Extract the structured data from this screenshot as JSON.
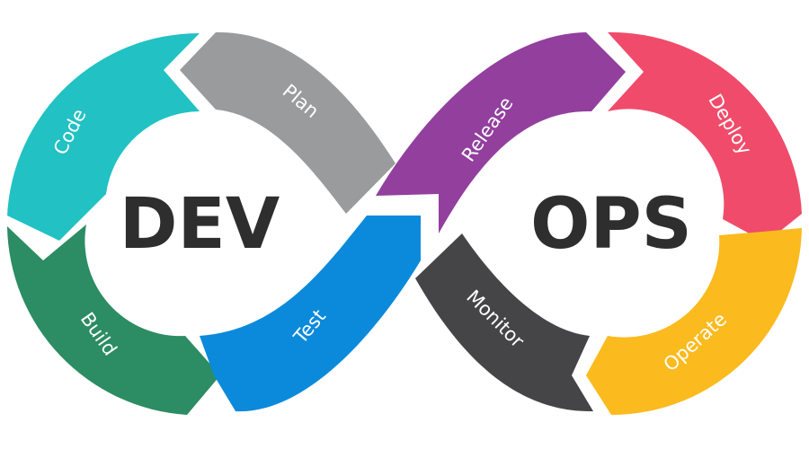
{
  "hubs": {
    "left": "DEV",
    "right": "OPS"
  },
  "stages": [
    {
      "id": "code",
      "label": "Code",
      "color": "#22C1C3"
    },
    {
      "id": "plan",
      "label": "Plan",
      "color": "#9A9B9D"
    },
    {
      "id": "build",
      "label": "Build",
      "color": "#2C8C63"
    },
    {
      "id": "test",
      "label": "Test",
      "color": "#0B8ADB"
    },
    {
      "id": "release",
      "label": "Release",
      "color": "#923F9E"
    },
    {
      "id": "deploy",
      "label": "Deploy",
      "color": "#F04B6B"
    },
    {
      "id": "monitor",
      "label": "Monitor",
      "color": "#454547"
    },
    {
      "id": "operate",
      "label": "Operate",
      "color": "#FBBA1E"
    }
  ]
}
